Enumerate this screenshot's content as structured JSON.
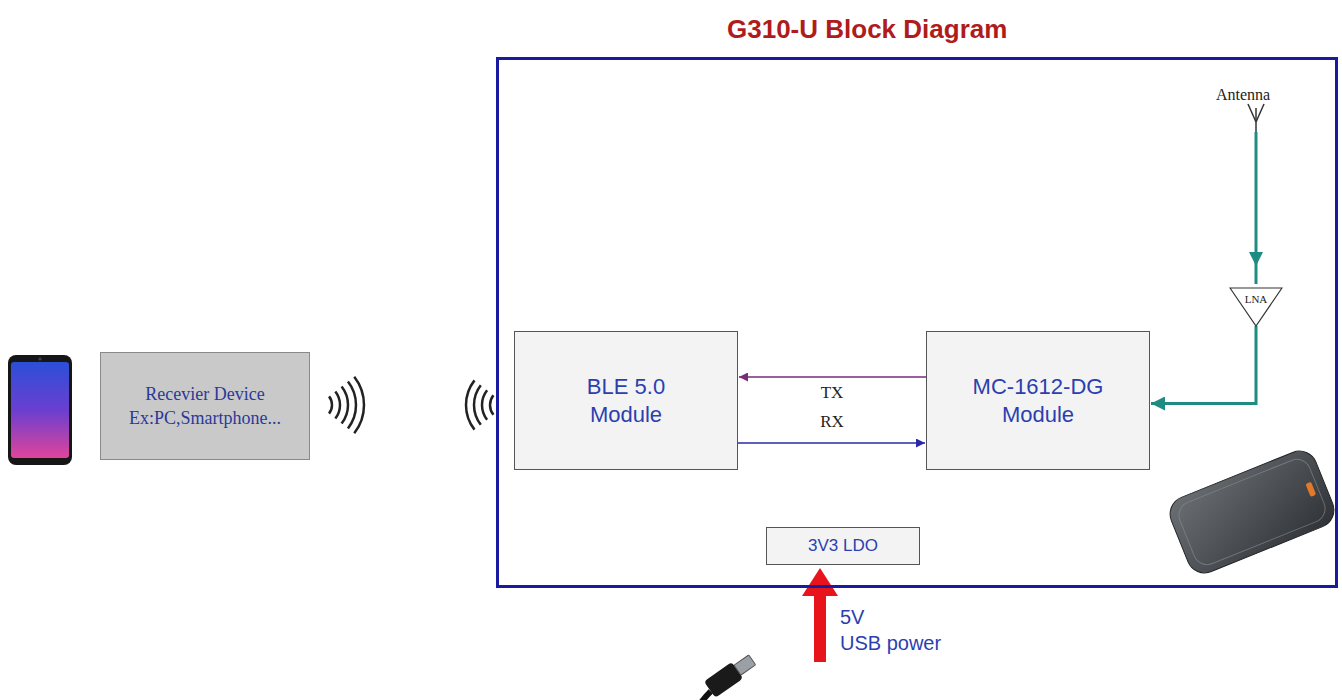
{
  "diagram": {
    "nodes": [
      {
        "text": [
          "Recevier Device",
          "Ex:PC,Smartphone..."
        ]
      },
      {
        "text": [
          "G310-U Block Diagram"
        ]
      },
      {
        "text": [
          "LNA"
        ],
        "in": 1
      },
      {
        "text": [
          "BLE 5.0 Module"
        ],
        "in": 1
      },
      {
        "text": [
          "MC-1612-DG Module"
        ],
        "in": 1
      },
      {
        "text": [
          "3V3 LDO"
        ],
        "in": 1
      }
    ],
    "edges": [
      {
        "from": 4,
        "to": 3,
        "label": "TX",
        "arrow": "to"
      },
      {
        "from": 3,
        "to": 4,
        "label": "RX",
        "arrow": "to"
      },
      {
        "from": 2,
        "to": 4,
        "arrow": "to"
      }
    ],
    "labels": [
      "Antenna",
      "5V",
      "USB power"
    ]
  }
}
